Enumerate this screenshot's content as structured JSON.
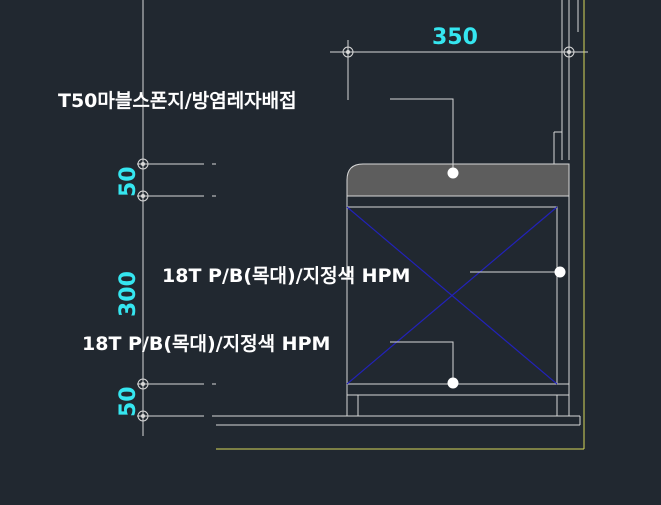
{
  "dimensions": {
    "top_width": "350",
    "vertical_top": "50",
    "vertical_middle": "300",
    "vertical_bottom": "50"
  },
  "callouts": {
    "top_slab": "T50마블스폰지/방염레자배접",
    "front_panel": "18T P/B(목대)/지정색 HPM",
    "lower_panel": "18T P/B(목대)/지정색 HPM"
  },
  "colors": {
    "background": "#212830",
    "dimension_text": "#35e6f0",
    "line": "#d8d8d8",
    "cross": "#2222b8",
    "floor": "#d8d85a",
    "slab_fill": "#5d5d5d"
  }
}
